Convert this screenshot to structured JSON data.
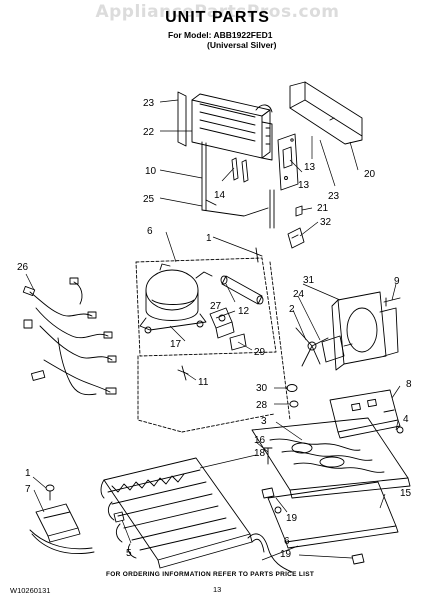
{
  "watermark": "AppliancePartsPros.com",
  "title": "UNIT PARTS",
  "model_line1": "For Model: ABB1922FED1",
  "model_line2": "(Universal Silver)",
  "callouts": {
    "c1a": "1",
    "c1b": "1",
    "c2": "2",
    "c3": "3",
    "c5": "5",
    "c6a": "6",
    "c6b": "6",
    "c7": "7",
    "c8": "8",
    "c9": "9",
    "c10": "10",
    "c11": "11",
    "c12": "12",
    "c13a": "13",
    "c13b": "13",
    "c14": "14",
    "c15": "15",
    "c16": "16",
    "c17": "17",
    "c18": "18",
    "c19a": "19",
    "c19b": "19",
    "c20": "20",
    "c21": "21",
    "c22": "22",
    "c23a": "23",
    "c23b": "23",
    "c24": "24",
    "c25": "25",
    "c26": "26",
    "c27": "27",
    "c28": "28",
    "c29": "29",
    "c30": "30",
    "c31": "31",
    "c32": "32"
  },
  "footer": {
    "doc_number": "W10260131",
    "instructions": "FOR ORDERING INFORMATION REFER TO PARTS PRICE LIST",
    "page_number": "13"
  }
}
